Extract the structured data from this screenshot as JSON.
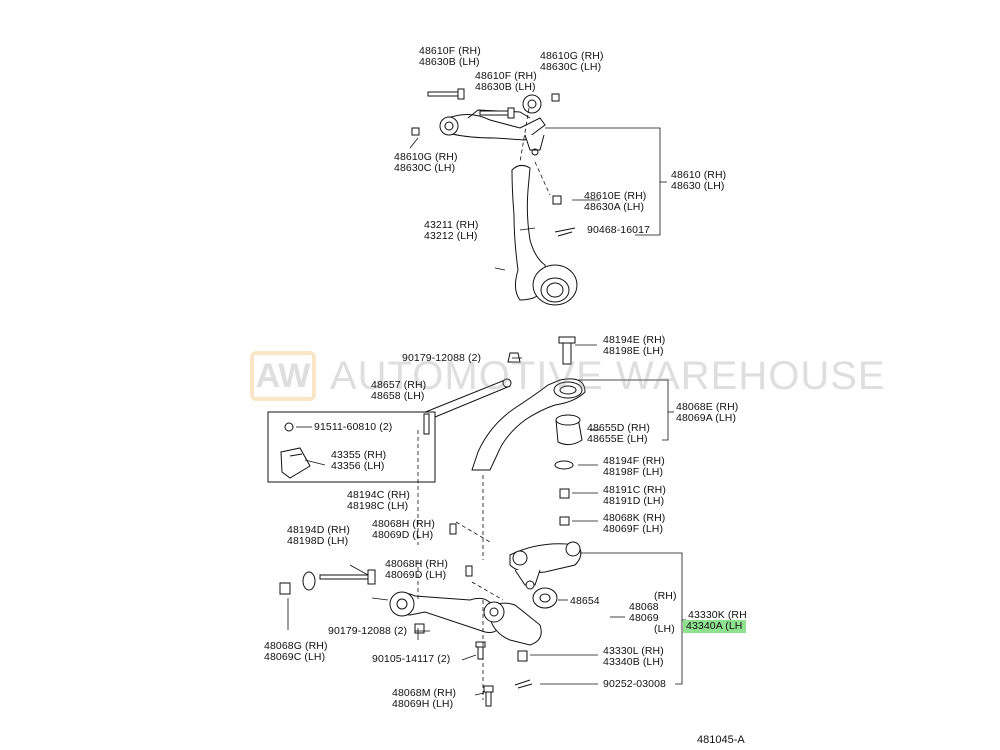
{
  "watermark": {
    "logo": "AW",
    "text": "AUTOMOTIVE WAREHOUSE",
    "accent_color": "#f0a53a"
  },
  "catalog_number": "481045-A",
  "highlight_color": "#8fe08f",
  "labels": {
    "p48610f_48630b_top": [
      "48610F (RH)",
      "48630B (LH)"
    ],
    "p48610g_48630c_top": [
      "48610G (RH)",
      "48630C (LH)"
    ],
    "p48610f_48630b_mid": [
      "48610F (RH)",
      "48630B (LH)"
    ],
    "p48610g_48630c_left": [
      "48610G (RH)",
      "48630C (LH)"
    ],
    "p48610_48630": [
      "48610 (RH)",
      "48630 (LH)"
    ],
    "p48610e_48630a": [
      "48610E (RH)",
      "48630A (LH)"
    ],
    "p43211_43212": [
      "43211 (RH)",
      "43212 (LH)"
    ],
    "p90468": "90468-16017",
    "p48194e_48198e": [
      "48194E (RH)",
      "48198E (LH)"
    ],
    "p90179_top": "90179-12088 (2)",
    "p48657_48658": [
      "48657 (RH)",
      "48658 (LH)"
    ],
    "p48068e_48069a": [
      "48068E (RH)",
      "48069A (LH)"
    ],
    "p48655d_48655e": [
      "48655D (RH)",
      "48655E (LH)"
    ],
    "p91511": "91511-60810 (2)",
    "p43355_43356": [
      "43355 (RH)",
      "43356 (LH)"
    ],
    "p48194f_48198f": [
      "48194F (RH)",
      "48198F (LH)"
    ],
    "p48191c_48191d": [
      "48191C (RH)",
      "48191D (LH)"
    ],
    "p48194c_48198c": [
      "48194C (RH)",
      "48198C (LH)"
    ],
    "p48068k_48069f": [
      "48068K (RH)",
      "48069F (LH)"
    ],
    "p48068h_48069d_a": [
      "48068H (RH)",
      "48069D (LH)"
    ],
    "p48194d_48198d": [
      "48194D (RH)",
      "48198D (LH)"
    ],
    "p48068h_48069d_b": [
      "48068H (RH)",
      "48069D (LH)"
    ],
    "p48654": "48654",
    "p48068_48069": [
      "(RH)",
      "48068",
      "48069",
      "(LH)"
    ],
    "p43330k": "43330K (RH",
    "p43340a": "43340A (LH",
    "p48068g_48069c": [
      "48068G (RH)",
      "48069C (LH)"
    ],
    "p90179_bottom": "90179-12088 (2)",
    "p90105": "90105-14117 (2)",
    "p43330l_43340b": [
      "43330L (RH)",
      "43340B (LH)"
    ],
    "p48068m_48069h": [
      "48068M (RH)",
      "48069H (LH)"
    ],
    "p90252": "90252-03008"
  }
}
